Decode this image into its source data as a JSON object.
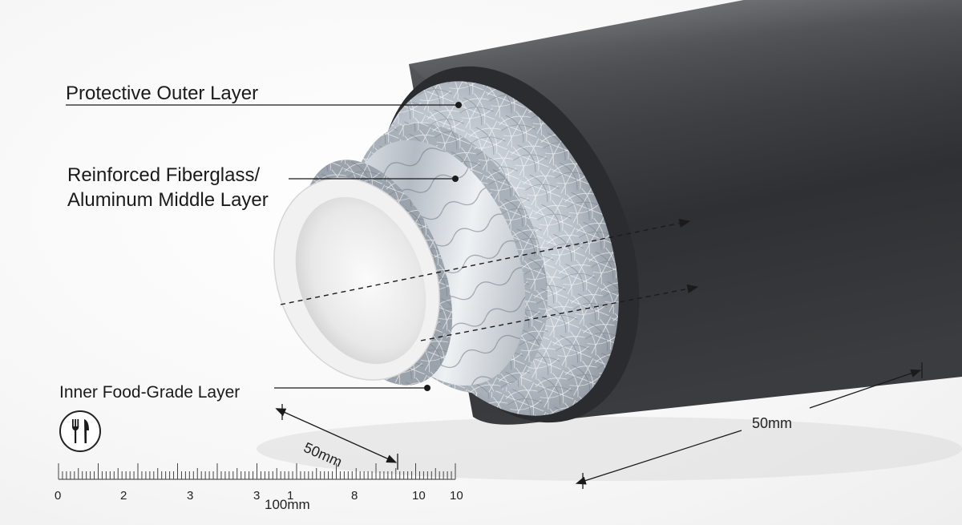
{
  "labels": {
    "outer": "Protective Outer Layer",
    "middle_line1": "Reinforced Fiberglass/",
    "middle_line2": "Aluminum Middle Layer",
    "inner": "Inner Food-Grade Layer"
  },
  "dimensions": {
    "inner_diameter": "50mm",
    "outer_length": "50mm"
  },
  "ruler": {
    "caption": "100mm",
    "tick_labels": [
      "0",
      "2",
      "3",
      "3",
      "1",
      "8",
      "10",
      "10"
    ]
  },
  "icons": {
    "food_safe": "fork-knife-icon"
  },
  "colors": {
    "outer_shell": "#3a3a3d",
    "fiberglass": "#c9ced4",
    "aluminum": "#d8dde3",
    "inner_layer": "#eeeeee",
    "leader_line": "#1b1b1b"
  }
}
